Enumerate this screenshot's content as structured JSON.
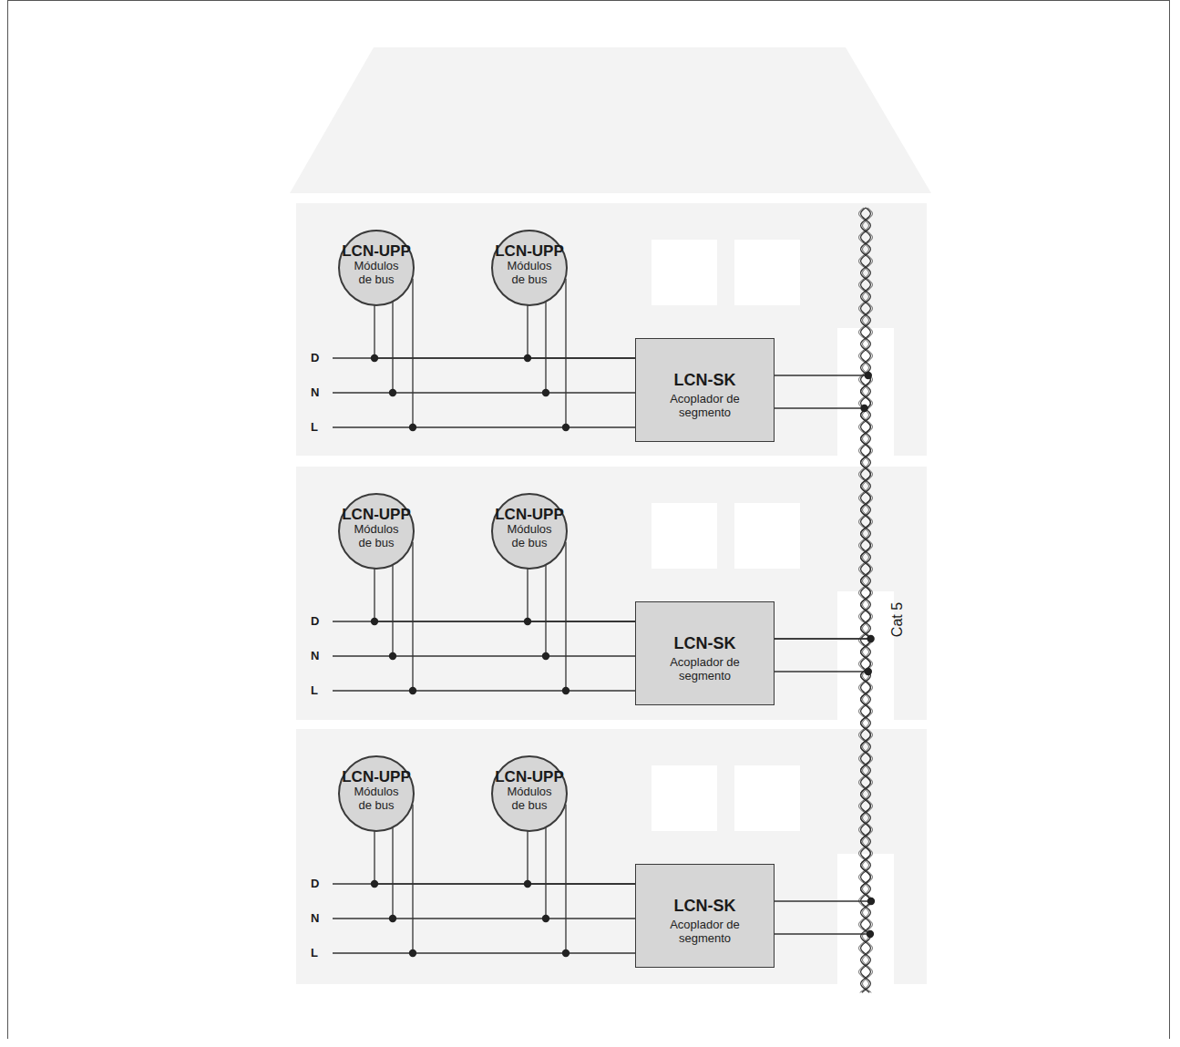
{
  "diagram": {
    "nodes": [
      {
        "text": [
          "LCN-UPP",
          "Módulos de bus"
        ]
      },
      {
        "text": [
          "LCN-UPP",
          "Módulos de bus"
        ]
      },
      {
        "text": [
          "LCN-SK",
          "Acoplador de segmento"
        ]
      },
      {
        "text": [
          "LCN-UPP",
          "Módulos de bus"
        ]
      },
      {
        "text": [
          "LCN-UPP",
          "Módulos de bus"
        ]
      },
      {
        "text": [
          "LCN-SK",
          "Acoplador de segmento"
        ]
      },
      {
        "text": [
          "LCN-UPP",
          "Módulos de bus"
        ]
      },
      {
        "text": [
          "LCN-UPP",
          "Módulos de bus"
        ]
      },
      {
        "text": [
          "LCN-SK",
          "Acoplador de segmento"
        ]
      }
    ],
    "edges": [
      {
        "from": 0,
        "to": 2,
        "arrow": "none"
      },
      {
        "from": 1,
        "to": 2,
        "arrow": "none"
      },
      {
        "from": 3,
        "to": 5,
        "arrow": "none"
      },
      {
        "from": 4,
        "to": 5,
        "arrow": "none"
      },
      {
        "from": 6,
        "to": 8,
        "arrow": "none"
      },
      {
        "from": 7,
        "to": 8,
        "arrow": "none"
      },
      {
        "from": 2,
        "to": 5,
        "arrow": "none"
      },
      {
        "from": 5,
        "to": 8,
        "arrow": "none"
      }
    ],
    "labels": [
      "D",
      "N",
      "L",
      "D",
      "N",
      "L",
      "D",
      "N",
      "L",
      "Cat 5"
    ]
  }
}
